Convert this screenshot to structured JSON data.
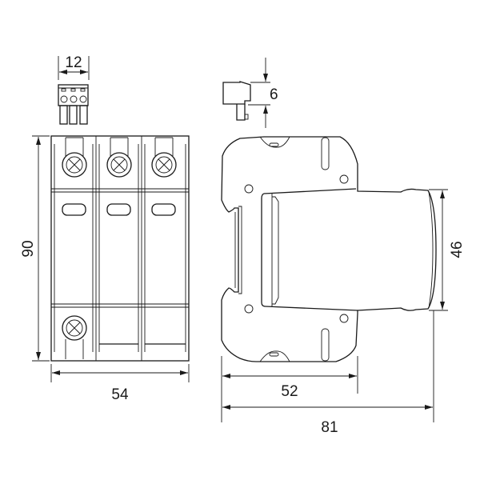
{
  "title": "Surge protection device dimension drawing",
  "dimensions": {
    "connector_width": "12",
    "connector_depth": "6",
    "height": "90",
    "width": "54",
    "front_height": "46",
    "rail_depth": "52",
    "total_depth": "81"
  },
  "colors": {
    "line": "#1a1a1a",
    "background": "#ffffff"
  }
}
